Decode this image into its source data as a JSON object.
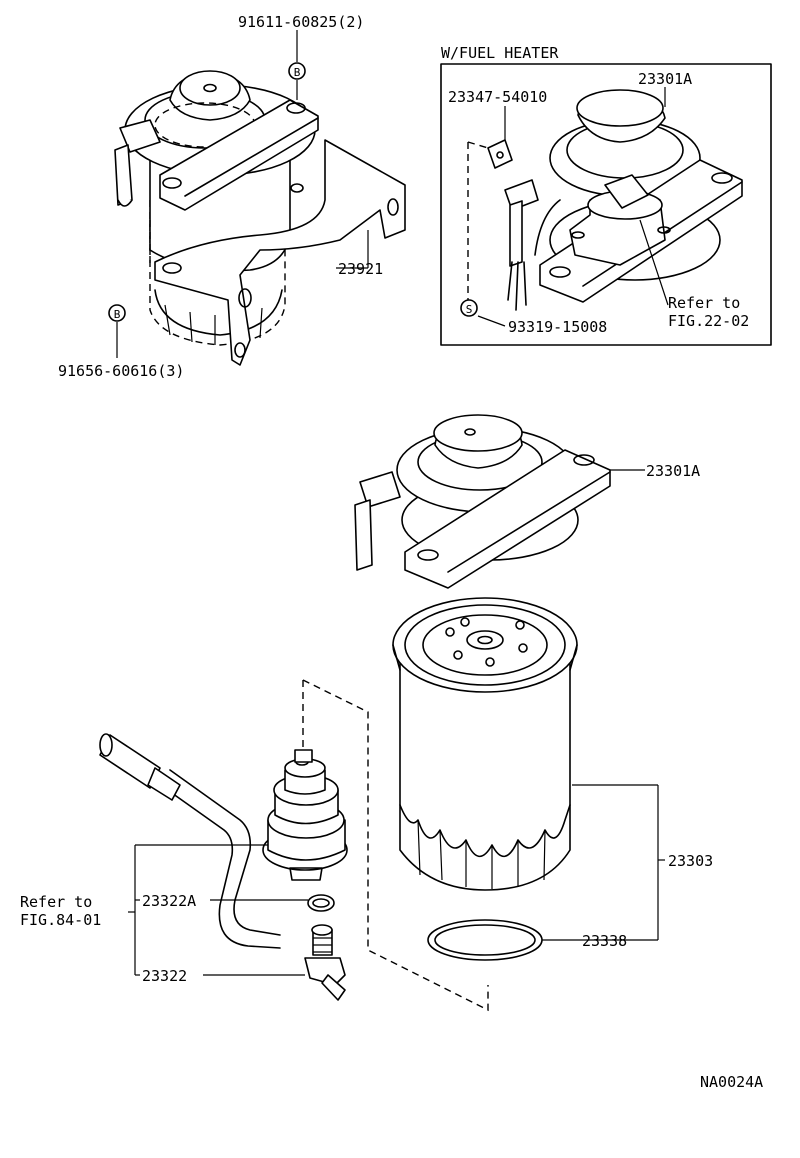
{
  "callouts": {
    "bolt_top": "91611-60825(2)",
    "bracket": "23921",
    "bolt_bottom": "91656-60616(3)",
    "inset_title": "W/FUEL HEATER",
    "inset_head": "23301A",
    "inset_clip": "23347-54010",
    "inset_screw": "93319-15008",
    "inset_refer_1": "Refer to",
    "inset_refer_2": "FIG.22-02",
    "head": "23301A",
    "filter": "23303",
    "oring": "23338",
    "gasket": "23322A",
    "plug": "23322",
    "refer_left_1": "Refer to",
    "refer_left_2": "FIG.84-01",
    "drawing_code": "NA0024A"
  },
  "markers": {
    "b": "B",
    "s": "S"
  }
}
